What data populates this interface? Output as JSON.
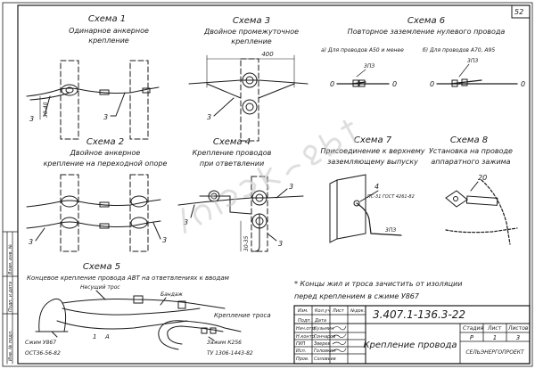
{
  "sheet": {
    "page_number": "52"
  },
  "side_strip": {
    "labels": [
      "Инв. № подл.",
      "Подп. и дата",
      "Взам. инв. №"
    ]
  },
  "watermark": {
    "text": "block-sbt.ru"
  },
  "schemes": [
    {
      "title": "Схема 1",
      "lines": [
        "Одинарное анкерное",
        "крепление"
      ],
      "callouts": [
        "3",
        "3"
      ],
      "dims": [
        "30-40"
      ]
    },
    {
      "title": "Схема 3",
      "lines": [
        "Двойное промежуточное",
        "крепление"
      ],
      "callouts": [
        "3"
      ],
      "dims": [
        "400"
      ]
    },
    {
      "title": "Схема 6",
      "lines": [
        "Повторное заземление нулевого провода"
      ],
      "callouts": [
        "0",
        "0",
        "0",
        "0"
      ],
      "dims": [],
      "subcaptions": [
        "а) Для проводов А50 и менее",
        "б) Для проводов А70, А95"
      ],
      "labels": [
        "3ПЗ",
        "3ПЗ"
      ]
    },
    {
      "title": "Схема 2",
      "lines": [
        "Двойное анкерное",
        "крепление на переходной опоре"
      ],
      "callouts": [
        "3",
        "3"
      ],
      "dims": []
    },
    {
      "title": "Схема 4",
      "lines": [
        "Крепление проводов",
        "при ответвлении"
      ],
      "callouts": [
        "3",
        "3",
        "3"
      ],
      "dims": [
        "30-35"
      ]
    },
    {
      "title": "Схема 7",
      "lines": [
        "Присоединение к верхнему",
        "заземляющему выпуску"
      ],
      "callouts": [
        "4",
        "3ПЗ"
      ],
      "dims": [],
      "labels": [
        "ПС-31 ГОСТ 4261-82"
      ]
    },
    {
      "title": "Схема 8",
      "lines": [
        "Установка на проводе",
        "аппаратного зажима"
      ],
      "callouts": [
        "20"
      ],
      "dims": []
    },
    {
      "title": "Схема 5",
      "lines": [
        "Концевое крепление провода АВТ на ответвлениях к вводам"
      ],
      "callouts": [
        "1",
        "A"
      ],
      "dims": [],
      "labels": [
        "Несущий трос",
        "Бандаж",
        "Сжим У867",
        "ОСТ36-56-82",
        "Зажим К256",
        "ТУ 1306-1443-82"
      ],
      "subtitle": "Крепление троса"
    }
  ],
  "footnote": {
    "lines": [
      "* Концы жил и троса зачистить от изоляции",
      "перед креплением в сжиме У867"
    ]
  },
  "title_block": {
    "doc_number": "3.407.1-136.3-22",
    "sheet_title": "Крепление провода",
    "org": "СЕЛЬЭНЕРГОПРОЕКТ",
    "head_labels": [
      "Стадия",
      "Лист",
      "Листов"
    ],
    "head_values": [
      "Р",
      "1",
      "3"
    ],
    "roles": [
      "Нач.отд.",
      "Н.контр.",
      "ГИП",
      "Исп.",
      "Пров."
    ],
    "names": [
      "Кузьмин",
      "Гончаров",
      "Зверев",
      "Головкин",
      "Соловьев"
    ],
    "header_cells": [
      "Изм.",
      "Кол.уч",
      "Лист",
      "№док.",
      "Подп.",
      "Дата"
    ]
  }
}
